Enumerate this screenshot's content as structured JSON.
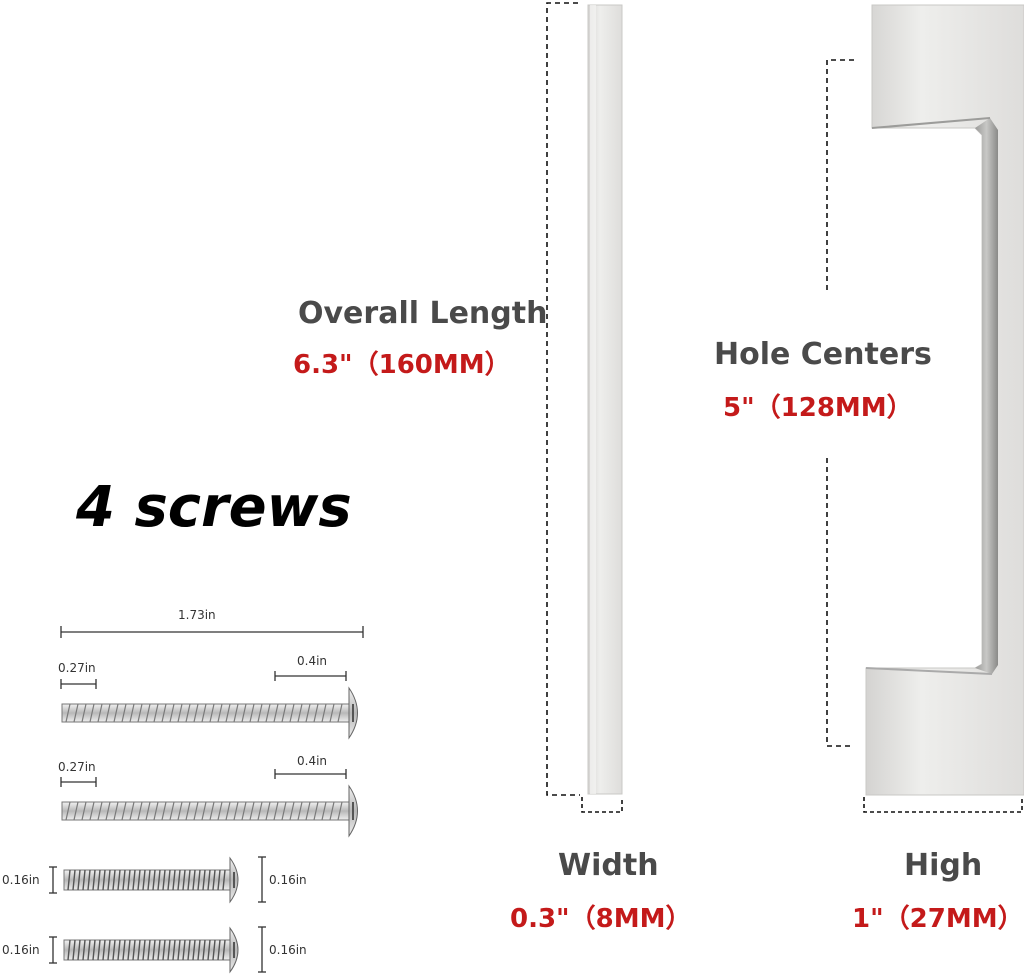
{
  "dimensions": {
    "overall_length": {
      "label": "Overall Length",
      "value": "6.3\"（160MM）"
    },
    "hole_centers": {
      "label": "Hole Centers",
      "value": "5\"（128MM）"
    },
    "width": {
      "label": "Width",
      "value": "0.3\"（8MM）"
    },
    "high": {
      "label": "High",
      "value": "1\"（27MM）"
    }
  },
  "screws": {
    "title": "4 screws",
    "long_total": "1.73in",
    "long_tip_1": "0.27in",
    "long_head_1": "0.4in",
    "long_tip_2": "0.27in",
    "long_head_2": "0.4in",
    "short_1_left": "0.16in",
    "short_1_right": "0.16in",
    "short_2_left": "0.16in",
    "short_2_right": "0.16in"
  },
  "colors": {
    "label_dark": "#4a4a4a",
    "label_red": "#c41a1a",
    "metal": "#e4e3e1"
  }
}
